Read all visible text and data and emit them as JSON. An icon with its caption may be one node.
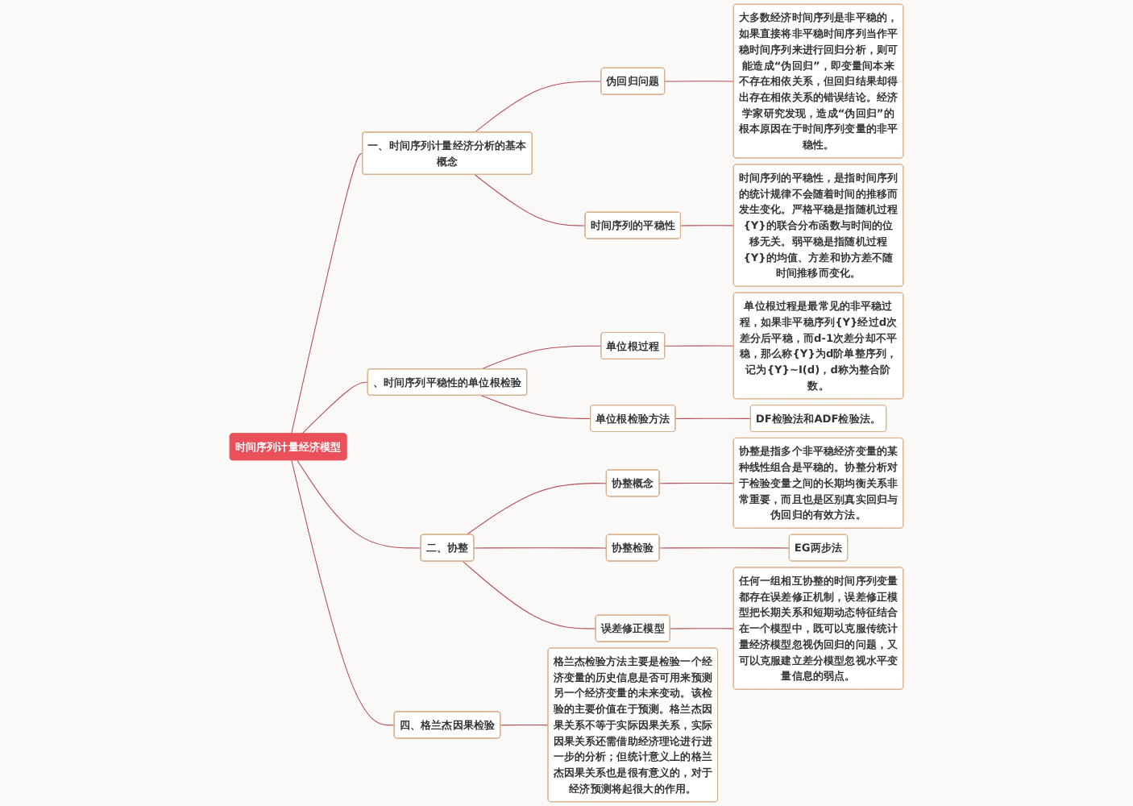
{
  "diagram": {
    "nodes": [
      {
        "text": [
          "时间序列计量经济模型"
        ]
      },
      {
        "text": [
          "一、时间序列计量经济分析的基本概念"
        ]
      },
      {
        "text": [
          "伪回归问题"
        ]
      },
      {
        "text": [
          "大多数经济时间序列是非平稳的，如果直接将非平稳时间序列当作平稳时间序列来进行回归分析，则可能造成“伪回归”，即变量间本来不存在相依关系，但回归结果却得出存在相依关系的错误结论。经济学家研究发现，造成“伪回归”的根本原因在于时间序列变量的非平稳性。"
        ]
      },
      {
        "text": [
          "时间序列的平稳性"
        ]
      },
      {
        "text": [
          "时间序列的平稳性，是指时间序列的统计规律不会随着时间的推移而发生变化。严格平稳是指随机过程{Y}的联合分布函数与时间的位移无关。弱平稳是指随机过程{Y}的均值、方差和协方差不随时间推移而变化。"
        ]
      },
      {
        "text": [
          "、时间序列平稳性的单位根检验"
        ]
      },
      {
        "text": [
          "单位根过程"
        ]
      },
      {
        "text": [
          "单位根过程是最常见的非平稳过程，如果非平稳序列{Y}经过d次差分后平稳，而d-1次差分却不平稳，那么称{Y}为d阶单整序列，记为{Y}~I(d)，d称为整合阶数。"
        ]
      },
      {
        "text": [
          "单位根检验方法"
        ]
      },
      {
        "text": [
          "DF检验法和ADF检验法。"
        ]
      },
      {
        "text": [
          "二、协整"
        ]
      },
      {
        "text": [
          "协整概念"
        ]
      },
      {
        "text": [
          "协整是指多个非平稳经济变量的某种线性组合是平稳的。协整分析对于检验变量之间的长期均衡关系非常重要，而且也是区别真实回归与伪回归的有效方法。"
        ]
      },
      {
        "text": [
          "协整检验"
        ]
      },
      {
        "text": [
          "EG两步法"
        ]
      },
      {
        "text": [
          "误差修正模型"
        ]
      },
      {
        "text": [
          "任何一组相互协整的时间序列变量都存在误差修正机制，误差修正模型把长期关系和短期动态特征结合在一个模型中，既可以克服传统计量经济模型忽视伪回归的问题，又可以克服建立差分模型忽视水平变量信息的弱点。"
        ]
      },
      {
        "text": [
          "四、格兰杰因果检验"
        ]
      },
      {
        "text": [
          "格兰杰检验方法主要是检验一个经济变量的历史信息是否可用来预测另一个经济变量的未来变动。该检验的主要价值在于预测。格兰杰因果关系不等于实际因果关系，实际因果关系还需借助经济理论进行进一步的分析；但统计意义上的格兰杰因果关系也是很有意义的，对于经济预测将起很大的作用。"
        ]
      }
    ],
    "edges": [
      {
        "from": 0,
        "to": 1,
        "arrow": "none"
      },
      {
        "from": 1,
        "to": 2,
        "arrow": "none"
      },
      {
        "from": 2,
        "to": 3,
        "arrow": "none"
      },
      {
        "from": 1,
        "to": 4,
        "arrow": "none"
      },
      {
        "from": 4,
        "to": 5,
        "arrow": "none"
      },
      {
        "from": 0,
        "to": 6,
        "arrow": "none"
      },
      {
        "from": 6,
        "to": 7,
        "arrow": "none"
      },
      {
        "from": 7,
        "to": 8,
        "arrow": "none"
      },
      {
        "from": 6,
        "to": 9,
        "arrow": "none"
      },
      {
        "from": 9,
        "to": 10,
        "arrow": "none"
      },
      {
        "from": 0,
        "to": 11,
        "arrow": "none"
      },
      {
        "from": 11,
        "to": 12,
        "arrow": "none"
      },
      {
        "from": 12,
        "to": 13,
        "arrow": "none"
      },
      {
        "from": 11,
        "to": 14,
        "arrow": "none"
      },
      {
        "from": 14,
        "to": 15,
        "arrow": "none"
      },
      {
        "from": 11,
        "to": 16,
        "arrow": "none"
      },
      {
        "from": 16,
        "to": 17,
        "arrow": "none"
      },
      {
        "from": 0,
        "to": 18,
        "arrow": "none"
      },
      {
        "from": 18,
        "to": 19,
        "arrow": "none"
      }
    ]
  }
}
